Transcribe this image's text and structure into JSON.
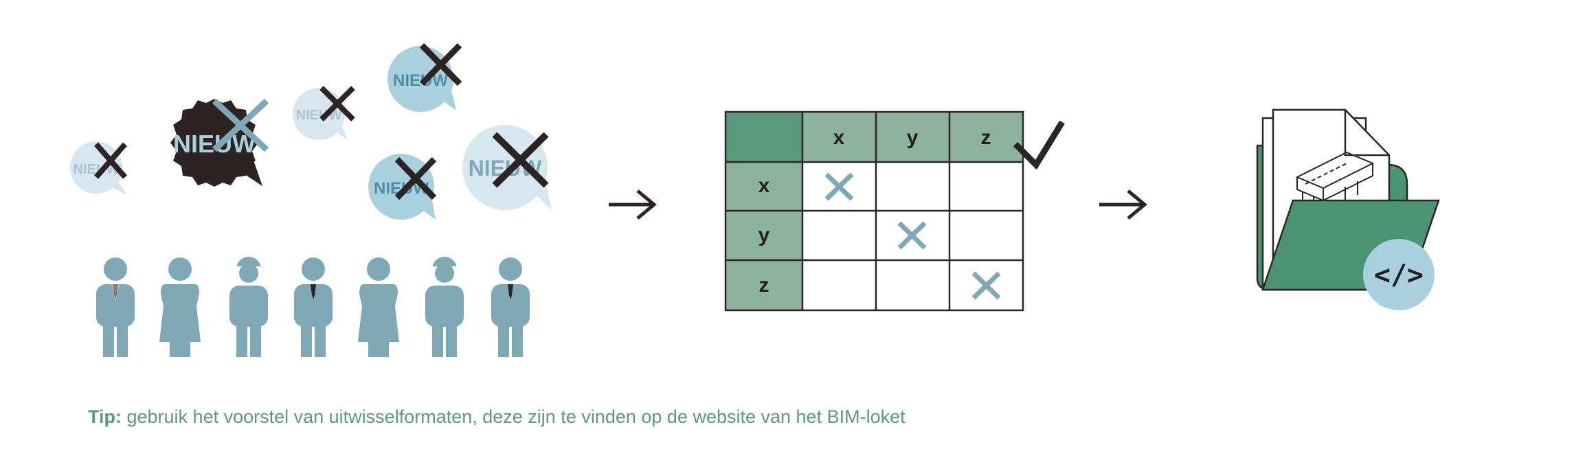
{
  "colors": {
    "green_dark": "#4b9473",
    "green_mid": "#5a9a7c",
    "green_light": "#8db39c",
    "blue_person": "#7fa8b7",
    "blue_light": "#a9d0de",
    "blue_pale": "#d6e7ef",
    "ink": "#2b2422"
  },
  "badges": [
    {
      "text": "NIEUW",
      "icon": "nieuw-badge-icon"
    }
  ],
  "people": [
    {
      "type": "man-tie"
    },
    {
      "type": "woman"
    },
    {
      "type": "worker-helmet"
    },
    {
      "type": "man-tie"
    },
    {
      "type": "woman"
    },
    {
      "type": "worker-helmet"
    },
    {
      "type": "man-tie"
    }
  ],
  "matrix": {
    "columns": [
      "x",
      "y",
      "z"
    ],
    "rows": [
      "x",
      "y",
      "z"
    ],
    "marked_diagonal": true
  },
  "icons": [
    "arrow-right-icon",
    "check-icon",
    "folder-icon",
    "document-icon",
    "code-icon"
  ],
  "code_badge": "</>",
  "tip": {
    "label": "Tip:",
    "text": " gebruik het voorstel van uitwisselformaten, deze zijn te vinden op de website van het BIM-loket"
  }
}
